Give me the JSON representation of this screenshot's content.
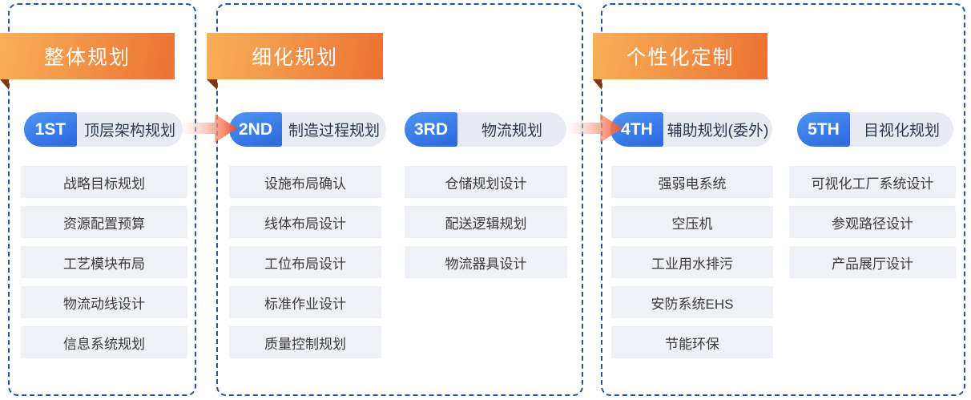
{
  "sections": [
    {
      "title": "整体规划",
      "groups": [
        {
          "badge": "1ST",
          "label": "顶层架构规划",
          "items": [
            "战略目标规划",
            "资源配置预算",
            "工艺模块布局",
            "物流动线设计",
            "信息系统规划"
          ]
        }
      ]
    },
    {
      "title": "细化规划",
      "groups": [
        {
          "badge": "2ND",
          "label": "制造过程规划",
          "items": [
            "设施布局确认",
            "线体布局设计",
            "工位布局设计",
            "标准作业设计",
            "质量控制规划"
          ]
        },
        {
          "badge": "3RD",
          "label": "物流规划",
          "items": [
            "仓储规划设计",
            "配送逻辑规划",
            "物流器具设计"
          ]
        }
      ]
    },
    {
      "title": "个性化定制",
      "groups": [
        {
          "badge": "4TH",
          "label": "辅助规划(委外)",
          "items": [
            "强弱电系统",
            "空压机",
            "工业用水排污",
            "安防系统EHS",
            "节能环保"
          ]
        },
        {
          "badge": "5TH",
          "label": "目视化规划",
          "items": [
            "可视化工厂系统设计",
            "参观路径设计",
            "产品展厅设计"
          ]
        }
      ]
    }
  ],
  "colors": {
    "banner-light": "#F9B057",
    "banner-dark": "#EB7233",
    "fold": "#83350E",
    "badge-light": "#4D96F0",
    "badge-dark": "#2B66DF",
    "pill-bg": "#E9EBF4",
    "pill-text": "#2B3950",
    "item-bg": "#F0F1F6",
    "item-text": "#3A3A3A",
    "border-blue": "#2453A8",
    "arrow-strong": "#F1502A",
    "arrow-pale": "#FDEFE7"
  }
}
